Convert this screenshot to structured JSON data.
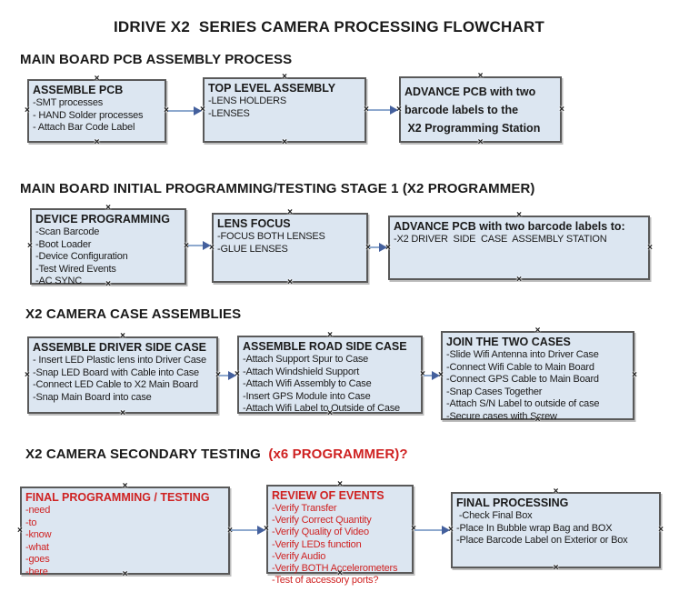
{
  "title": "IDRIVE X2  SERIES CAMERA PROCESSING FLOWCHART",
  "colors": {
    "box_fill": "#dce6f1",
    "box_border": "#595959",
    "red": "#cf2222",
    "arrow_shaft": "#8ea9ce",
    "arrow_head": "#44609d",
    "text": "#1a1a1a"
  },
  "sections": {
    "s1": {
      "header": "MAIN BOARD PCB ASSEMBLY PROCESS"
    },
    "s2": {
      "header": "MAIN BOARD INITIAL PROGRAMMING/TESTING STAGE 1 (X2 PROGRAMMER)"
    },
    "s3": {
      "header": "X2 CAMERA CASE ASSEMBLIES"
    },
    "s4": {
      "header": "X2 CAMERA SECONDARY TESTING  ",
      "header_suffix": "(x6 PROGRAMMER)?"
    }
  },
  "boxes": {
    "assemble_pcb": {
      "title": "ASSEMBLE PCB",
      "lines": [
        "-SMT processes",
        "- HAND Solder processes",
        "- Attach Bar Code Label"
      ]
    },
    "top_level_assembly": {
      "title": "TOP LEVEL ASSEMBLY",
      "lines": [
        "-LENS HOLDERS",
        "-LENSES"
      ]
    },
    "advance_pcb_1": {
      "lines": [
        "ADVANCE PCB with two",
        "barcode labels to the",
        " X2 Programming Station"
      ]
    },
    "device_programming": {
      "title": "DEVICE PROGRAMMING",
      "lines": [
        "-Scan Barcode",
        "-Boot Loader",
        "-Device Configuration",
        "-Test Wired Events",
        "-AC SYNC"
      ]
    },
    "lens_focus": {
      "title": "LENS FOCUS",
      "lines": [
        "-FOCUS BOTH LENSES",
        "-GLUE LENSES"
      ]
    },
    "advance_pcb_2": {
      "title": "ADVANCE PCB with two barcode labels to:",
      "lines": [
        "-X2 DRIVER  SIDE  CASE  ASSEMBLY STATION"
      ]
    },
    "assemble_driver_side_case": {
      "title": "ASSEMBLE DRIVER SIDE CASE",
      "lines": [
        "- Insert LED Plastic lens into Driver Case",
        "-Snap LED Board with Cable into Case",
        "-Connect LED Cable to X2 Main Board",
        "-Snap Main Board into case"
      ]
    },
    "assemble_road_side_case": {
      "title": "ASSEMBLE ROAD SIDE CASE",
      "lines": [
        "-Attach Support Spur to Case",
        "-Attach Windshield Support",
        "-Attach Wifi Assembly to Case",
        "-Insert GPS Module into Case",
        "-Attach Wifi Label to Outside of Case"
      ]
    },
    "join_the_two_cases": {
      "title": "JOIN THE TWO CASES",
      "lines": [
        "-Slide Wifi Antenna into Driver Case",
        "-Connect Wifi Cable to Main Board",
        "-Connect GPS Cable to Main Board",
        "-Snap Cases Together",
        "-Attach S/N Label to outside of case",
        "-Secure cases with Screw"
      ]
    },
    "final_programming_testing": {
      "title": "FINAL PROGRAMMING / TESTING",
      "lines": [
        "-need",
        "-to",
        "-know",
        "-what",
        "-goes",
        "-here"
      ]
    },
    "review_of_events": {
      "title": "REVIEW OF EVENTS",
      "lines": [
        "-Verify Transfer",
        "-Verify Correct Quantity",
        "-Verify Quality of Video",
        "-Verify LEDs function",
        "-Verify Audio",
        "-Verify BOTH Accelerometers",
        "-Test of accessory ports?"
      ]
    },
    "final_processing": {
      "title": "FINAL PROCESSING",
      "lines": [
        " -Check Final Box",
        "-Place In Bubble wrap Bag and BOX",
        "-Place Barcode Label on Exterior or Box"
      ]
    }
  },
  "anchor_glyph": "×"
}
